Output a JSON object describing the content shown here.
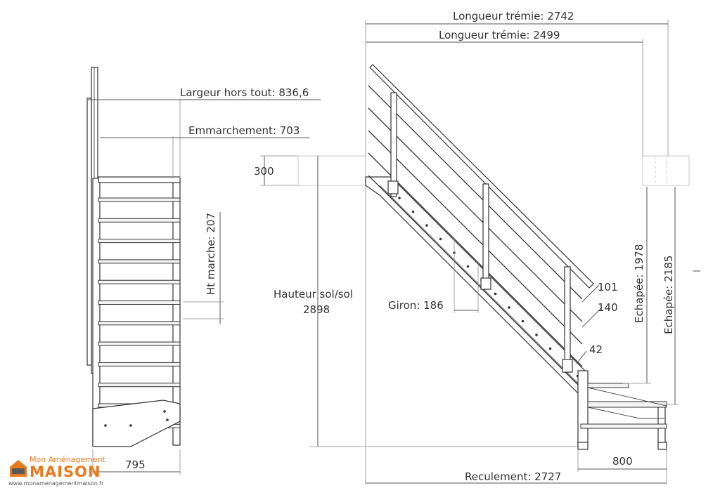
{
  "front_view": {
    "largeur_label": "Largeur hors tout: 836,6",
    "emmarchement_label": "Emmarchement: 703",
    "ht_marche_label": "Ht marche: 207",
    "width_795": "795"
  },
  "side_view": {
    "longueur_1": "Longueur trémie: 2742",
    "longueur_2": "Longueur trémie: 2499",
    "dim_300": "300",
    "hauteur_line1": "Hauteur sol/sol",
    "hauteur_line2": "2898",
    "giron_label": "Giron: 186",
    "dim_101": "101",
    "dim_140": "140",
    "dim_42": "42",
    "echappee_1978": "Echapée: 1978",
    "echappee_2185": "Echapée: 2185",
    "dim_800": "800",
    "reculement": "Reculement: 2727"
  },
  "logo": {
    "top_line": "Mon Aménagement",
    "brand": "MAISON",
    "url": "www.monamenagementmaison.fr"
  }
}
